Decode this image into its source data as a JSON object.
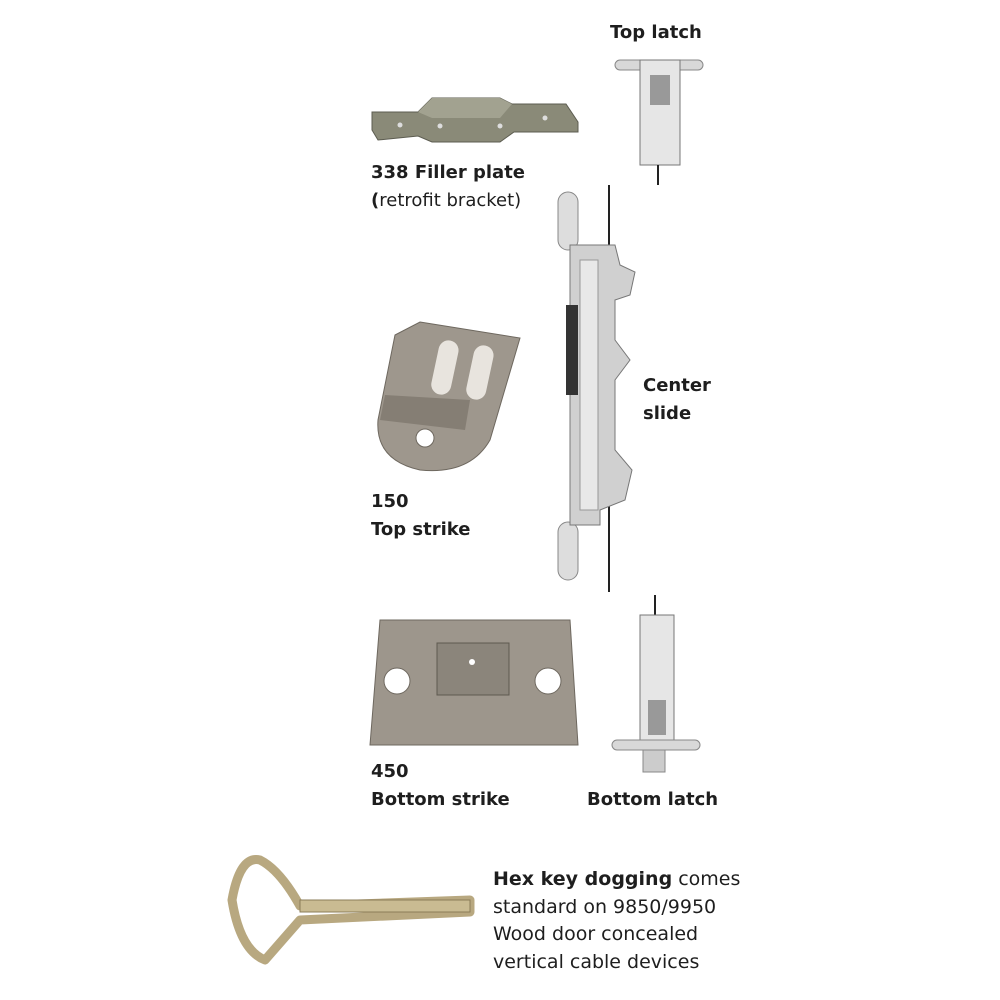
{
  "labels": {
    "top_latch": "Top latch",
    "filler_plate_title": "338 Filler plate",
    "filler_plate_paren_open": "(",
    "filler_plate_sub": "retrofit bracket)",
    "center_slide_1": "Center",
    "center_slide_2": "slide",
    "top_strike_num": "150",
    "top_strike_name": "Top strike",
    "bottom_strike_num": "450",
    "bottom_strike_name": "Bottom strike",
    "bottom_latch": "Bottom latch"
  },
  "hex_key_note": {
    "bold": "Hex key dogging",
    "line1_rest": " comes",
    "line2": "standard on 9850/9950",
    "line3": "Wood door concealed",
    "line4": "vertical cable devices"
  },
  "colors": {
    "text": "#1e1e1e",
    "metal": "#c8c6c2",
    "plate": "#8a8a78"
  }
}
